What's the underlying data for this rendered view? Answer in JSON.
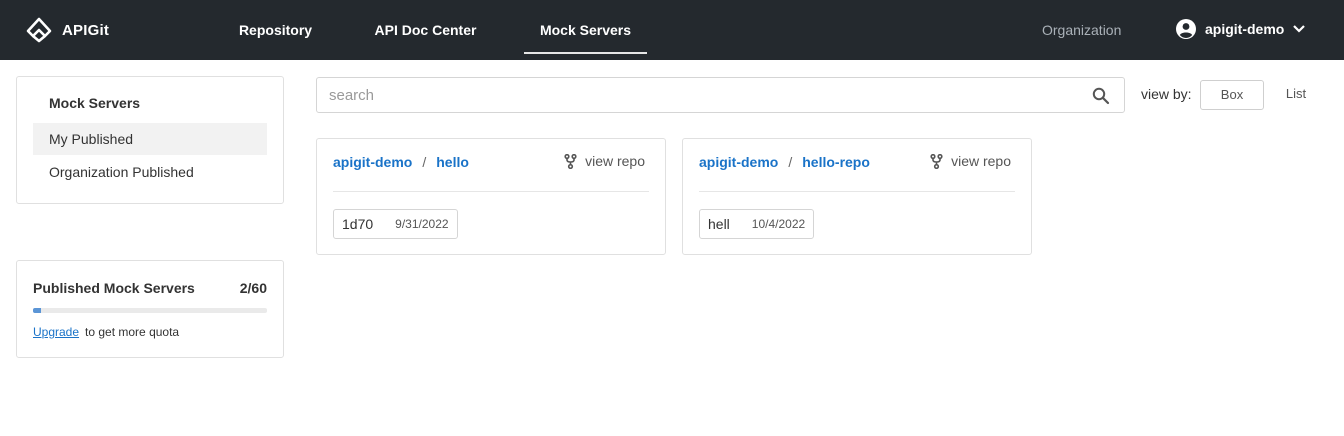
{
  "brand": {
    "name": "APIGit"
  },
  "nav": {
    "items": [
      {
        "label": "Repository"
      },
      {
        "label": "API Doc Center"
      },
      {
        "label": "Mock Servers"
      }
    ],
    "active": "Mock Servers",
    "organization": "Organization",
    "user": "apigit-demo"
  },
  "sidebar": {
    "title": "Mock Servers",
    "items": [
      {
        "label": "My Published",
        "active": true
      },
      {
        "label": "Organization Published",
        "active": false
      }
    ]
  },
  "quota": {
    "title": "Published Mock Servers",
    "count": "2/60",
    "used_fraction": 0.033,
    "upgrade_label": "Upgrade",
    "suffix": "to get more quota"
  },
  "search": {
    "placeholder": "search",
    "value": ""
  },
  "view_by": {
    "label": "view by:",
    "options": [
      "Box",
      "List"
    ],
    "selected": "Box"
  },
  "repos": [
    {
      "owner": "apigit-demo",
      "name": "hello",
      "view_label": "view repo",
      "server": {
        "name": "1d70",
        "date": "9/31/2022"
      }
    },
    {
      "owner": "apigit-demo",
      "name": "hello-repo",
      "view_label": "view repo",
      "server": {
        "name": "hell",
        "date": "10/4/2022"
      }
    }
  ],
  "colors": {
    "topbar": "#24292e",
    "link": "#1a73c8",
    "quota_fill": "#5b95d6"
  }
}
